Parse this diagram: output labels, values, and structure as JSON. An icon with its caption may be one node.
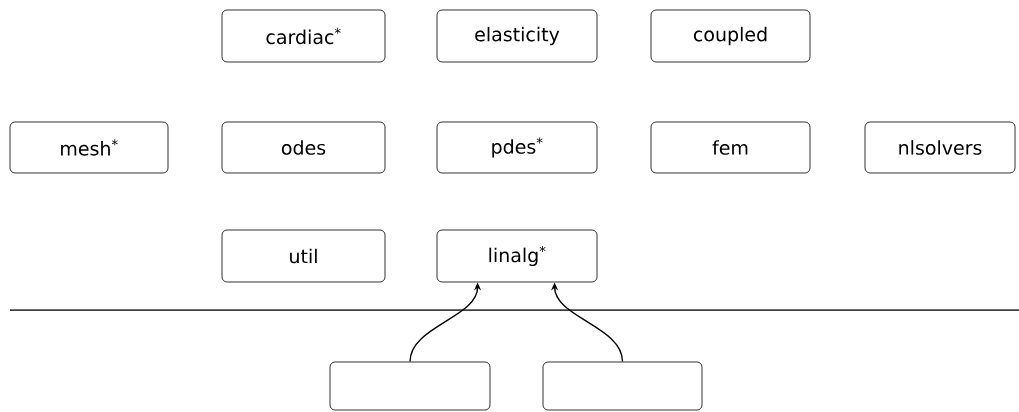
{
  "diagram": {
    "nodes": [
      {
        "text": [
          "cardiac$^{*}$"
        ]
      },
      {
        "text": [
          "elasticity"
        ]
      },
      {
        "text": [
          "coupled"
        ]
      },
      {
        "text": [
          "mesh$^{*}$"
        ]
      },
      {
        "text": [
          "odes"
        ]
      },
      {
        "text": [
          "pdes$^{*}$"
        ]
      },
      {
        "text": [
          "fem"
        ]
      },
      {
        "text": [
          "nlsolvers"
        ]
      },
      {
        "text": [
          "util"
        ]
      },
      {
        "text": [
          "linalg$^{*}$"
        ]
      },
      {
        "text": [],
        "shape": "box"
      },
      {
        "text": [],
        "shape": "box"
      }
    ],
    "edges": [
      {
        "from": 10,
        "to": 9,
        "arrow": "to"
      },
      {
        "from": 11,
        "to": 9,
        "arrow": "to"
      }
    ]
  }
}
